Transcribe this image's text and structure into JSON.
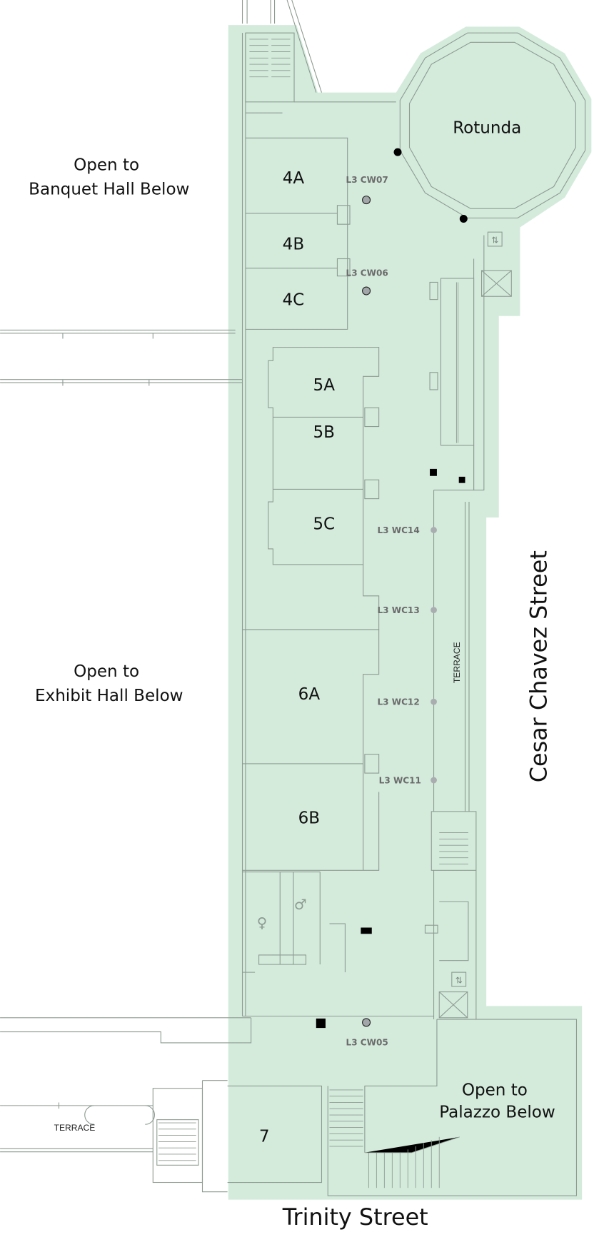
{
  "map": {
    "fill_color": "#d4ebdc",
    "wall_color": "#8d9b91",
    "areas": {
      "banquet": [
        "Open to",
        "Banquet Hall Below"
      ],
      "exhibit": [
        "Open to",
        "Exhibit Hall Below"
      ],
      "palazzo": [
        "Open to",
        "Palazzo Below"
      ],
      "rotunda": "Rotunda",
      "terrace_east": "TERRACE",
      "terrace_south": "TERRACE"
    },
    "rooms": [
      "4A",
      "4B",
      "4C",
      "5A",
      "5B",
      "5C",
      "6A",
      "6B",
      "7"
    ],
    "access_points": [
      "L3 CW07",
      "L3 CW06",
      "L3 WC14",
      "L3 WC13",
      "L3 WC12",
      "L3 WC11",
      "L3 CW05"
    ],
    "streets": {
      "east": "Cesar Chavez Street",
      "south": "Trinity Street"
    }
  }
}
